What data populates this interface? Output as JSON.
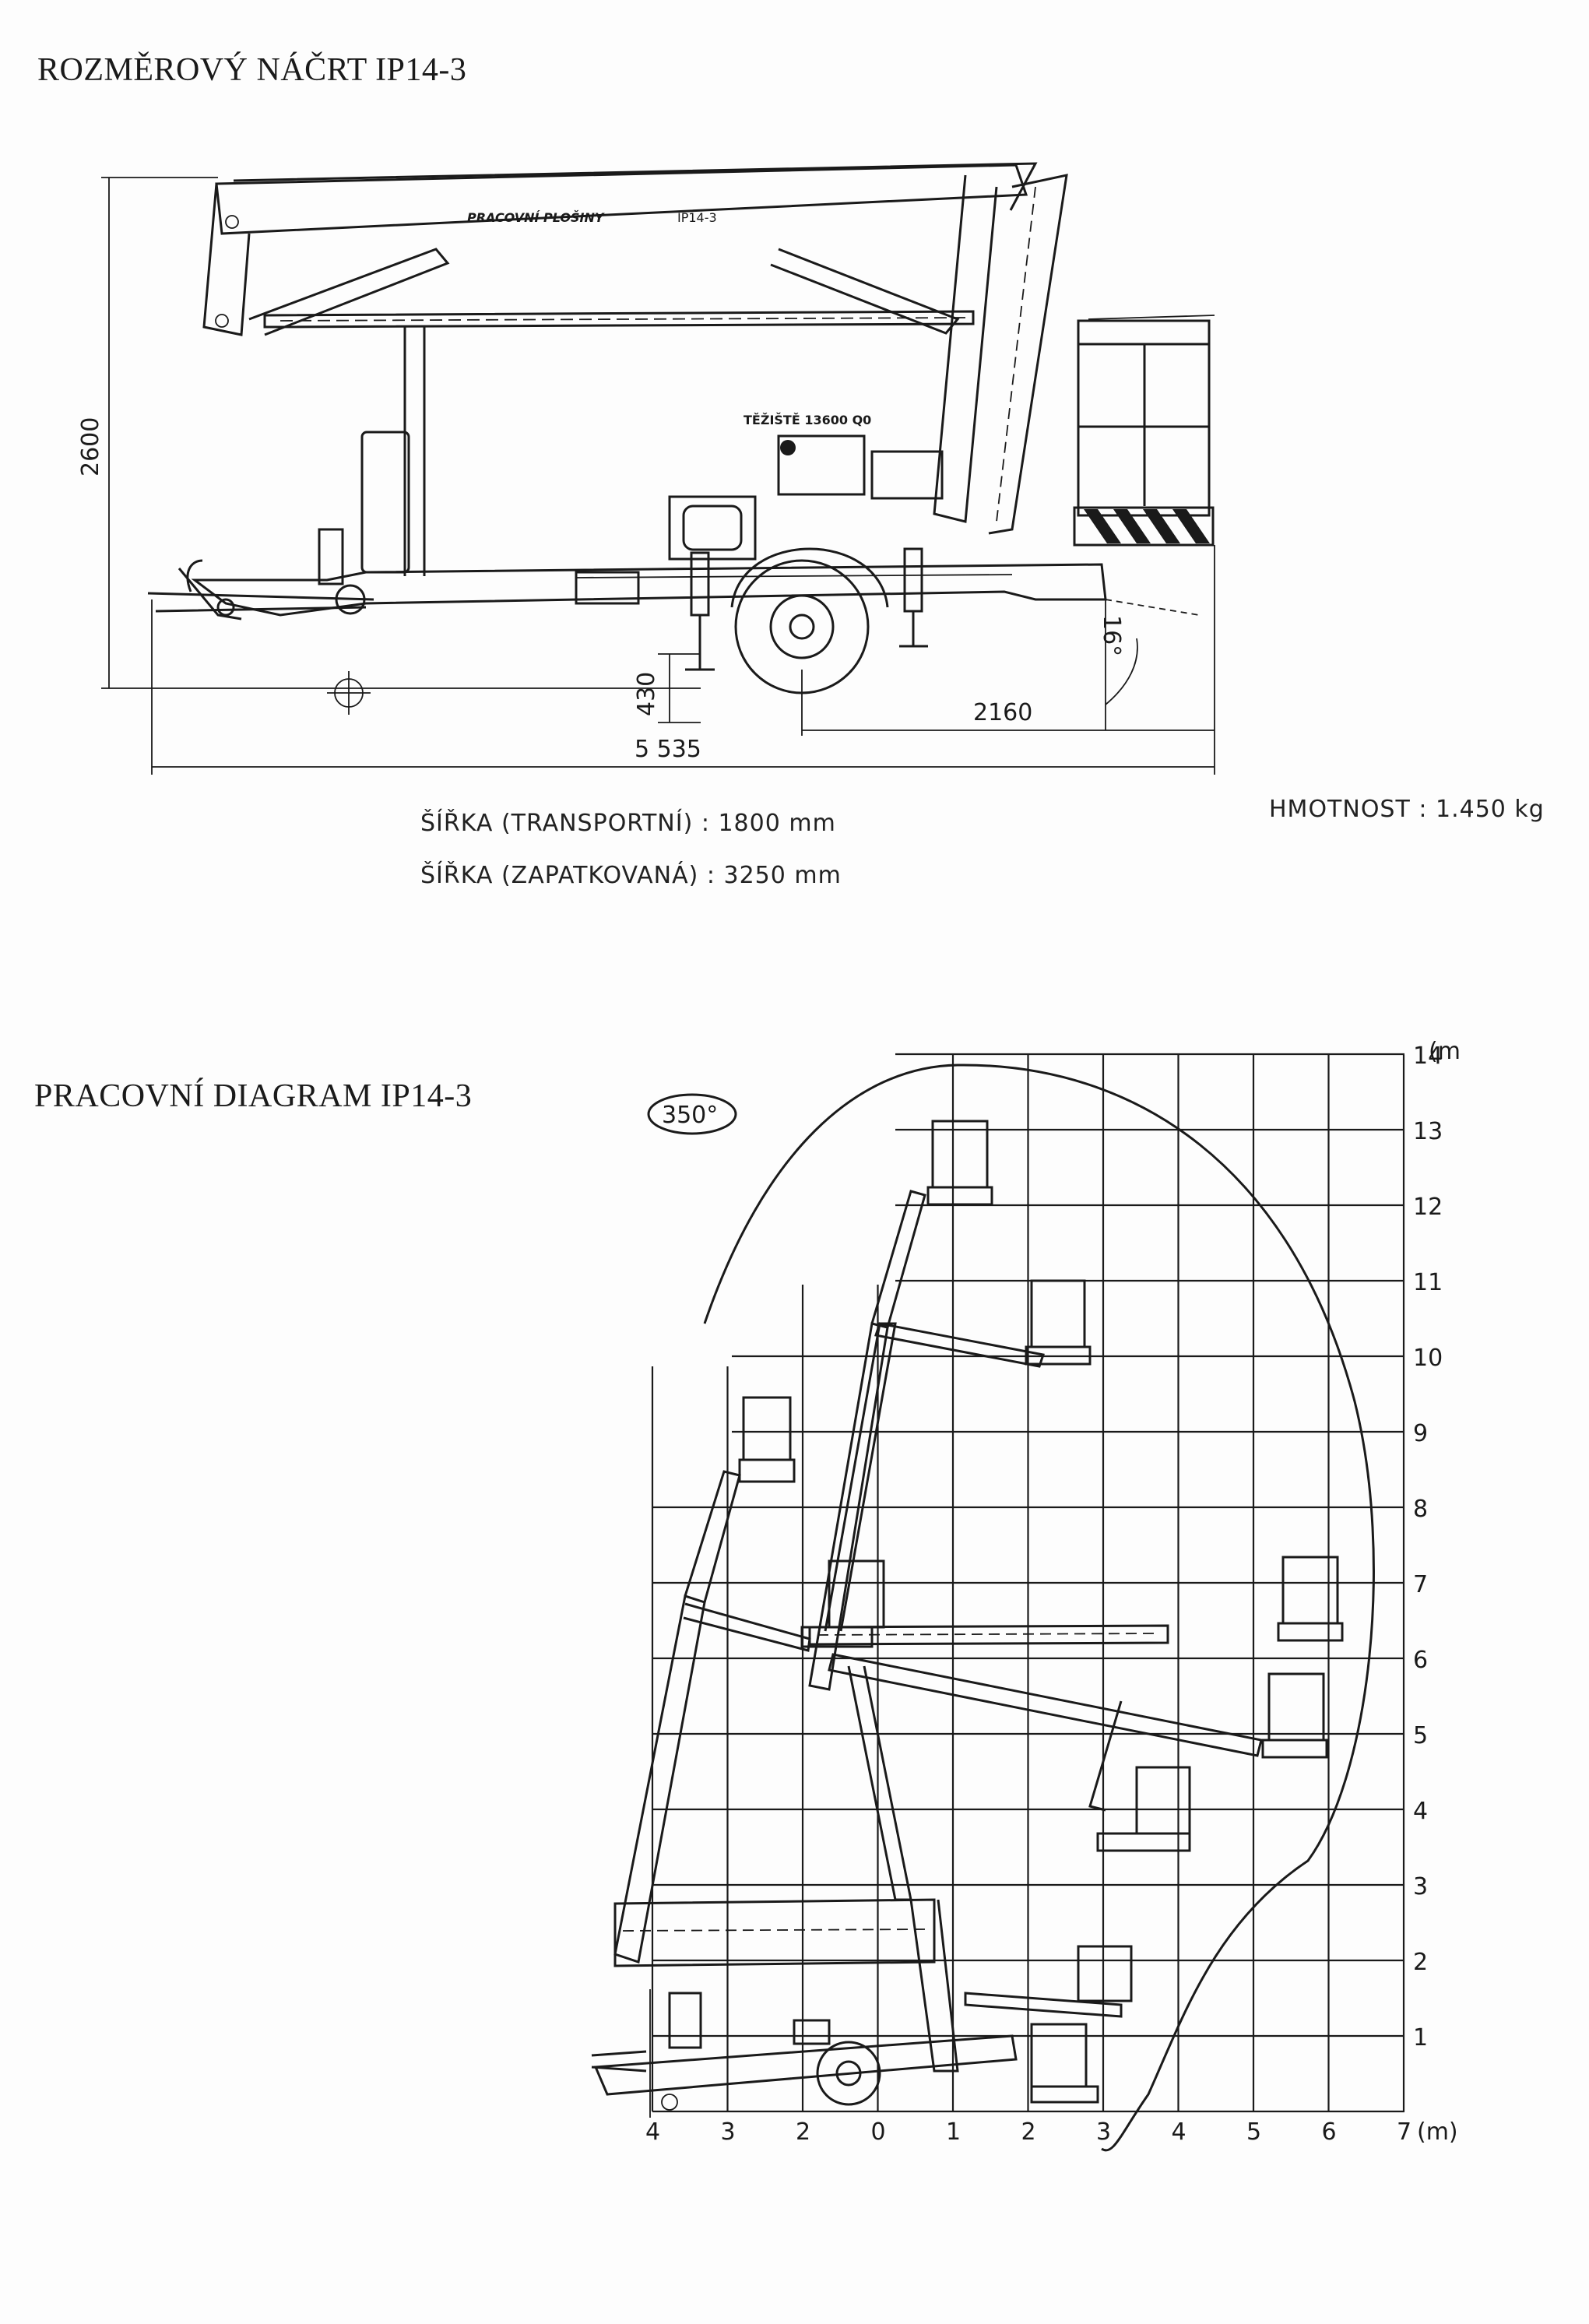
{
  "headings": {
    "dimension_sketch": "ROZMĚROVÝ NÁČRT  IP14-3",
    "working_diagram": "PRACOVNÍ DIAGRAM IP14-3"
  },
  "sketch": {
    "brand_logo_text": "PRACOVNÍ PLOŠINY",
    "model_label": "IP14-3",
    "center_of_gravity_label": "TĚŽIŠTĚ 13600 Q0",
    "dimensions": {
      "height": "2600",
      "ground_clearance": "430",
      "rear_length": "2160",
      "total_length": "5 535",
      "angle": "16°"
    }
  },
  "specs": {
    "width_transport": "ŠÍŘKA (TRANSPORTNÍ) :  1800 mm",
    "width_outriggers": "ŠÍŘKA (ZAPATKOVANÁ) :  3250 mm",
    "weight": "HMOTNOST :  1.450 kg"
  },
  "diagram": {
    "rotation_badge": "350°",
    "y_ticks": [
      "1",
      "2",
      "3",
      "4",
      "5",
      "6",
      "7",
      "8",
      "9",
      "10",
      "11",
      "12",
      "13",
      "14"
    ],
    "y_unit": "(m",
    "x_ticks": [
      "4",
      "3",
      "2",
      "0",
      "1",
      "2",
      "3",
      "4",
      "5",
      "6",
      "7"
    ],
    "x_unit": "(m)"
  },
  "colors": {
    "ink": "#1a1a1a",
    "paper": "#fdfdfd"
  }
}
